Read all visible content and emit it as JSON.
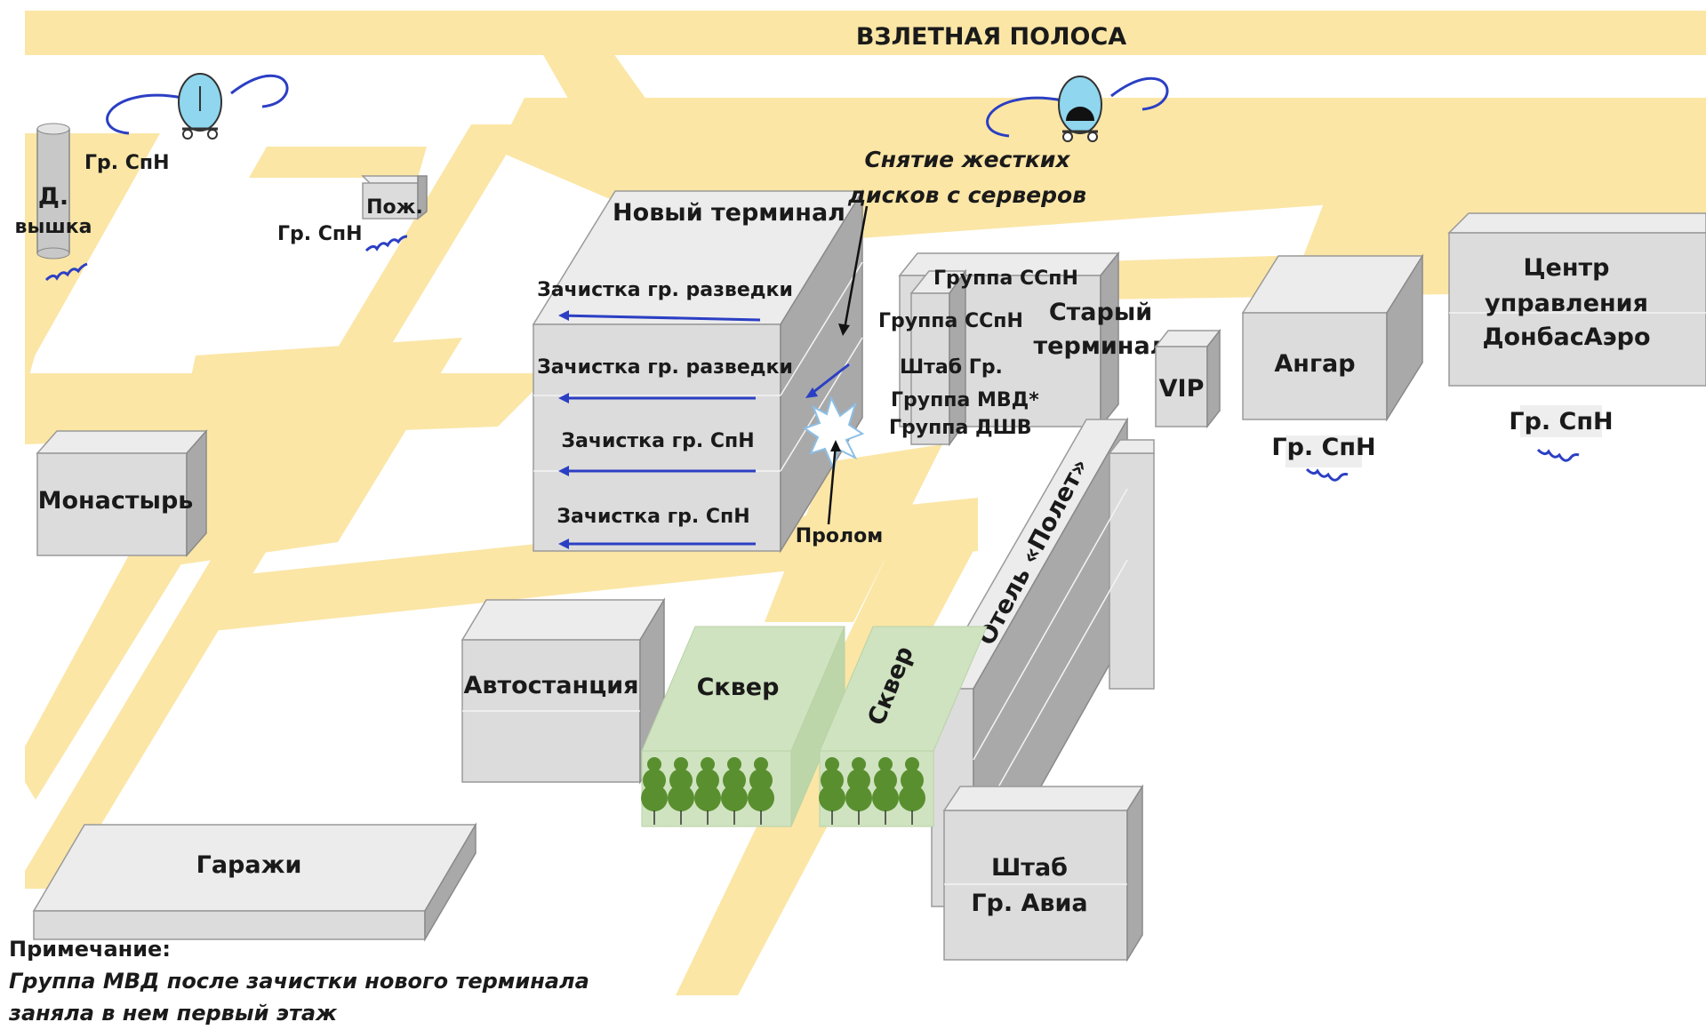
{
  "runway": "ВЗЛЕТНАЯ ПОЛОСА",
  "buildings": {
    "new_terminal": "Новый терминал",
    "old_terminal": [
      "Старый",
      "терминал"
    ],
    "vip": "VIP",
    "hangar": "Ангар",
    "control_center": [
      "Центр",
      "управления",
      "ДонбасАэро"
    ],
    "monastery": "Монастырь",
    "bus_station": "Автостанция",
    "garages": "Гаражи",
    "hotel": "Отель «Полет»",
    "hq_avia": [
      "Штаб",
      "Гр. Авиа"
    ],
    "fire_station": "Пож.",
    "tower": [
      "Д.",
      "вышка"
    ],
    "square_1": "Сквер",
    "square_2": "Сквер"
  },
  "floors": [
    "Зачистка гр. разведки",
    "Зачистка гр. разведки",
    "Зачистка гр. СпН",
    "Зачистка гр. СпН"
  ],
  "old_terminal_groups": [
    "Группа ССпН",
    "Группа ССпН",
    "Штаб Гр.",
    "Группа МВД*",
    "Группа ДШВ"
  ],
  "annotations": {
    "hdd": [
      "Снятие жестких",
      "дисков с серверов"
    ],
    "breach": "Пролом"
  },
  "spn_labels": [
    "Гр. СпН",
    "Гр. СпН",
    "Гр. СпН",
    "Гр. СпН"
  ],
  "note": {
    "title": "Примечание:",
    "line1": "Группа МВД после зачистки нового терминала",
    "line2": "заняла в нем первый этаж"
  },
  "colors": {
    "road": "#fbe6a6",
    "building": "#dcdcdc",
    "square": "#cfe3c0",
    "arrow": "#2b3fc4"
  },
  "icons": [
    "helicopter-icon",
    "helicopter-icon",
    "squad-marker-icon",
    "explosion-icon",
    "tree-icon"
  ]
}
